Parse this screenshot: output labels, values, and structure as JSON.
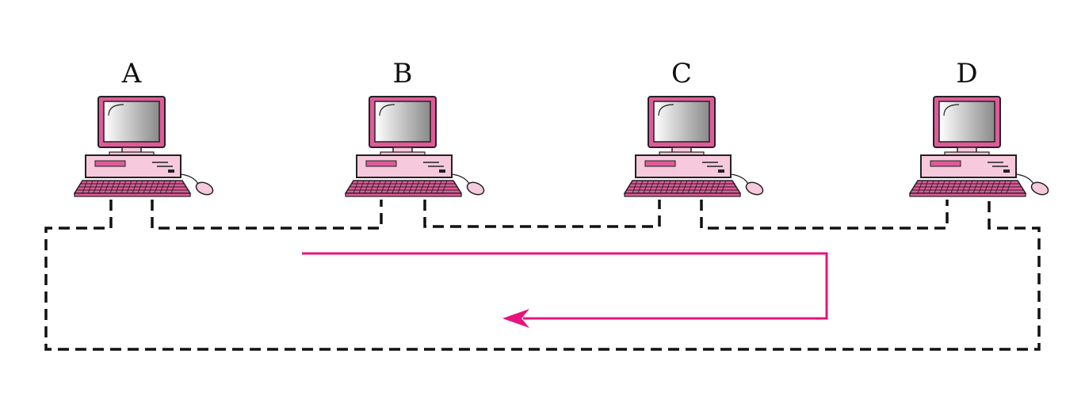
{
  "colors": {
    "ring_line": "#111111",
    "flow_arrow": "#e8137c",
    "computer_body": "#f7c9dc",
    "computer_accent": "#e05a99",
    "computer_outline": "#222222",
    "screen_light": "#ffffff",
    "screen_dark": "#8a8a8a"
  },
  "nodes": [
    {
      "label": "A",
      "icon": "desktop-computer-icon"
    },
    {
      "label": "B",
      "icon": "desktop-computer-icon"
    },
    {
      "label": "C",
      "icon": "desktop-computer-icon"
    },
    {
      "label": "D",
      "icon": "desktop-computer-icon"
    }
  ],
  "links": {
    "style": "dashed",
    "topology": "ring"
  },
  "flow": {
    "direction": "right-then-down-then-left",
    "arrowhead": "left"
  }
}
